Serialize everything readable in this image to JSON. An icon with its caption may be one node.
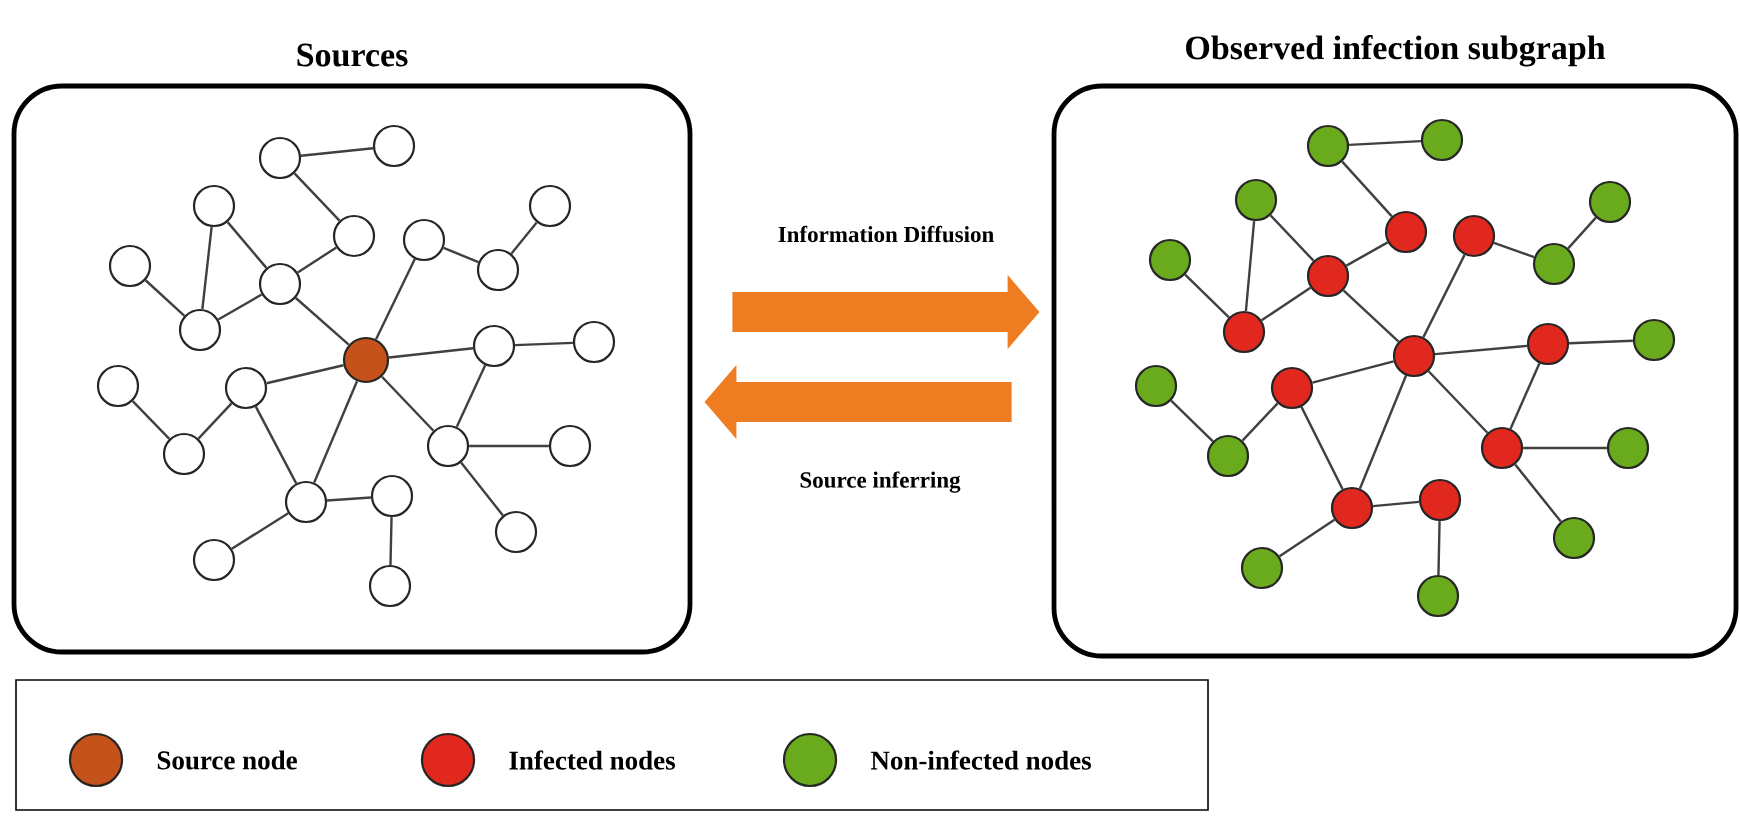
{
  "diagram": {
    "nodes": [
      {
        "text": [
          "Sources"
        ]
      },
      {
        "text": [],
        "shape": "circle",
        "in": 0
      },
      {
        "text": [],
        "shape": "circle",
        "in": 0
      },
      {
        "text": [],
        "shape": "circle",
        "in": 0
      },
      {
        "text": [],
        "shape": "circle",
        "in": 0
      },
      {
        "text": [],
        "shape": "circle",
        "in": 0
      },
      {
        "text": [],
        "shape": "circle",
        "in": 0
      },
      {
        "text": [],
        "shape": "circle",
        "in": 0
      },
      {
        "text": [],
        "shape": "circle",
        "in": 0
      },
      {
        "text": [],
        "shape": "circle",
        "in": 0
      },
      {
        "text": [],
        "shape": "circle",
        "in": 0
      },
      {
        "text": [],
        "shape": "circle",
        "in": 0
      },
      {
        "text": [],
        "shape": "circle",
        "in": 0
      },
      {
        "text": [],
        "shape": "circle",
        "in": 0
      },
      {
        "text": [],
        "shape": "circle",
        "in": 0
      },
      {
        "text": [],
        "shape": "circle",
        "in": 0
      },
      {
        "text": [],
        "shape": "circle",
        "in": 0
      },
      {
        "text": [],
        "shape": "circle",
        "in": 0
      },
      {
        "text": [],
        "shape": "circle",
        "in": 0
      },
      {
        "text": [],
        "shape": "circle",
        "in": 0
      },
      {
        "text": [],
        "shape": "circle",
        "in": 0
      },
      {
        "text": [],
        "shape": "circle",
        "in": 0
      },
      {
        "text": [],
        "shape": "circle",
        "in": 0
      },
      {
        "text": [],
        "shape": "circle",
        "in": 0
      },
      {
        "text": [
          "Observed infection subgraph"
        ]
      },
      {
        "text": [],
        "shape": "circle",
        "in": 24
      },
      {
        "text": [],
        "shape": "circle",
        "in": 24
      },
      {
        "text": [],
        "shape": "circle",
        "in": 24
      },
      {
        "text": [],
        "shape": "circle",
        "in": 24
      },
      {
        "text": [],
        "shape": "circle",
        "in": 24
      },
      {
        "text": [],
        "shape": "circle",
        "in": 24
      },
      {
        "text": [],
        "shape": "circle",
        "in": 24
      },
      {
        "text": [],
        "shape": "circle",
        "in": 24
      },
      {
        "text": [],
        "shape": "circle",
        "in": 24
      },
      {
        "text": [],
        "shape": "circle",
        "in": 24
      },
      {
        "text": [],
        "shape": "circle",
        "in": 24
      },
      {
        "text": [],
        "shape": "circle",
        "in": 24
      },
      {
        "text": [],
        "shape": "circle",
        "in": 24
      },
      {
        "text": [],
        "shape": "circle",
        "in": 24
      },
      {
        "text": [],
        "shape": "circle",
        "in": 24
      },
      {
        "text": [],
        "shape": "circle",
        "in": 24
      },
      {
        "text": [],
        "shape": "circle",
        "in": 24
      },
      {
        "text": [],
        "shape": "circle",
        "in": 24
      },
      {
        "text": [],
        "shape": "circle",
        "in": 24
      },
      {
        "text": [],
        "shape": "circle",
        "in": 24
      },
      {
        "text": [],
        "shape": "circle",
        "in": 24
      },
      {
        "text": [],
        "shape": "circle",
        "in": 24
      },
      {
        "text": [],
        "shape": "circle",
        "in": 24
      }
    ],
    "edges": [
      {
        "from": 1,
        "to": 2,
        "arrow": "none"
      },
      {
        "from": 1,
        "to": 4,
        "arrow": "none"
      },
      {
        "from": 3,
        "to": 8,
        "arrow": "none"
      },
      {
        "from": 3,
        "to": 10,
        "arrow": "none"
      },
      {
        "from": 7,
        "to": 10,
        "arrow": "none"
      },
      {
        "from": 10,
        "to": 8,
        "arrow": "none"
      },
      {
        "from": 8,
        "to": 4,
        "arrow": "none"
      },
      {
        "from": 8,
        "to": 11,
        "arrow": "none"
      },
      {
        "from": 5,
        "to": 11,
        "arrow": "none"
      },
      {
        "from": 5,
        "to": 9,
        "arrow": "none"
      },
      {
        "from": 9,
        "to": 6,
        "arrow": "none"
      },
      {
        "from": 11,
        "to": 12,
        "arrow": "none"
      },
      {
        "from": 12,
        "to": 13,
        "arrow": "none"
      },
      {
        "from": 12,
        "to": 16,
        "arrow": "none"
      },
      {
        "from": 11,
        "to": 16,
        "arrow": "none"
      },
      {
        "from": 16,
        "to": 17,
        "arrow": "none"
      },
      {
        "from": 16,
        "to": 21,
        "arrow": "none"
      },
      {
        "from": 11,
        "to": 15,
        "arrow": "none"
      },
      {
        "from": 15,
        "to": 18,
        "arrow": "none"
      },
      {
        "from": 18,
        "to": 14,
        "arrow": "none"
      },
      {
        "from": 15,
        "to": 19,
        "arrow": "none"
      },
      {
        "from": 11,
        "to": 19,
        "arrow": "none"
      },
      {
        "from": 19,
        "to": 20,
        "arrow": "none"
      },
      {
        "from": 20,
        "to": 23,
        "arrow": "none"
      },
      {
        "from": 19,
        "to": 22,
        "arrow": "none"
      },
      {
        "from": 25,
        "to": 26,
        "arrow": "none"
      },
      {
        "from": 25,
        "to": 28,
        "arrow": "none"
      },
      {
        "from": 27,
        "to": 32,
        "arrow": "none"
      },
      {
        "from": 27,
        "to": 34,
        "arrow": "none"
      },
      {
        "from": 31,
        "to": 34,
        "arrow": "none"
      },
      {
        "from": 34,
        "to": 32,
        "arrow": "none"
      },
      {
        "from": 32,
        "to": 28,
        "arrow": "none"
      },
      {
        "from": 32,
        "to": 35,
        "arrow": "none"
      },
      {
        "from": 29,
        "to": 35,
        "arrow": "none"
      },
      {
        "from": 29,
        "to": 33,
        "arrow": "none"
      },
      {
        "from": 33,
        "to": 30,
        "arrow": "none"
      },
      {
        "from": 35,
        "to": 36,
        "arrow": "none"
      },
      {
        "from": 36,
        "to": 37,
        "arrow": "none"
      },
      {
        "from": 36,
        "to": 40,
        "arrow": "none"
      },
      {
        "from": 35,
        "to": 40,
        "arrow": "none"
      },
      {
        "from": 40,
        "to": 41,
        "arrow": "none"
      },
      {
        "from": 40,
        "to": 45,
        "arrow": "none"
      },
      {
        "from": 35,
        "to": 39,
        "arrow": "none"
      },
      {
        "from": 39,
        "to": 42,
        "arrow": "none"
      },
      {
        "from": 42,
        "to": 38,
        "arrow": "none"
      },
      {
        "from": 39,
        "to": 43,
        "arrow": "none"
      },
      {
        "from": 35,
        "to": 43,
        "arrow": "none"
      },
      {
        "from": 43,
        "to": 44,
        "arrow": "none"
      },
      {
        "from": 44,
        "to": 47,
        "arrow": "none"
      },
      {
        "from": 43,
        "to": 46,
        "arrow": "none"
      },
      {
        "from": 0,
        "to": 24,
        "arrow": "to",
        "label": "Information Diffusion",
        "style": "thick",
        "color": "#ee7d22"
      },
      {
        "from": 24,
        "to": 0,
        "arrow": "to",
        "label": "Source inferring",
        "style": "thick",
        "color": "#ee7d22"
      }
    ],
    "legend": [
      {
        "text": "Source node",
        "color": "#c4521a"
      },
      {
        "text": "Infected nodes",
        "color": "#e0281e"
      },
      {
        "text": "Non-infected nodes",
        "color": "#6aab1d"
      }
    ]
  }
}
